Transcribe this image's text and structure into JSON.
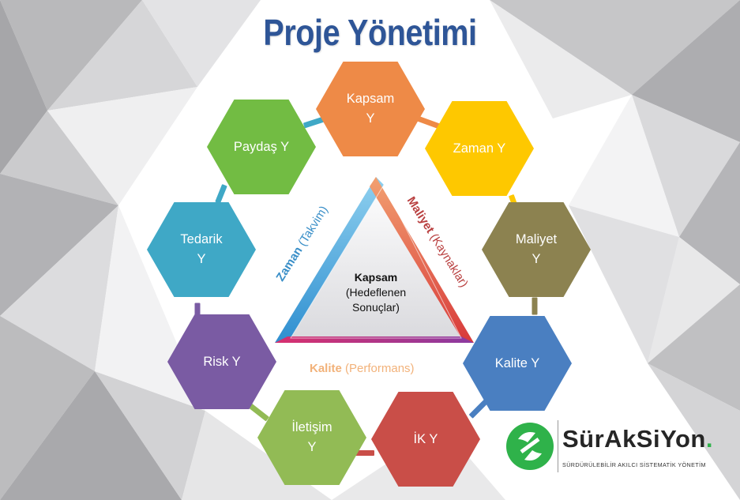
{
  "title": "Proje Yönetimi",
  "hexagons": [
    {
      "label": "Kapsam\nY",
      "color": "#ee8a47"
    },
    {
      "label": "Zaman Y",
      "color": "#fec800"
    },
    {
      "label": "Maliyet\nY",
      "color": "#8c8250"
    },
    {
      "label": "Kalite Y",
      "color": "#4a7fc1"
    },
    {
      "label": "İK Y",
      "color": "#c94e48"
    },
    {
      "label": "İletişim\nY",
      "color": "#92bb55"
    },
    {
      "label": "Risk Y",
      "color": "#7a5ba3"
    },
    {
      "label": "Tedarik\nY",
      "color": "#3fa8c6"
    },
    {
      "label": "Paydaş Y",
      "color": "#72bc43"
    }
  ],
  "center": {
    "heading": "Kapsam",
    "line2": "(Hedeflenen",
    "line3": "Sonuçlar)"
  },
  "sides": {
    "left": {
      "bold": "Zaman",
      "rest": " (Takvim)",
      "color": "#3a8fc8"
    },
    "right": {
      "bold": "Maliyet",
      "rest": " (Kaynaklar)",
      "color": "#b94040"
    },
    "bottom": {
      "bold": "Kalite",
      "rest": " (Performans)",
      "color": "#f2b27a"
    }
  },
  "logo": {
    "name": "SürAkSiYon",
    "dot": ".",
    "tagline": "SÜRDÜRÜLEBİLİR AKILCI SİSTEMATİK YÖNETİM",
    "accent": "#2fb24a"
  }
}
